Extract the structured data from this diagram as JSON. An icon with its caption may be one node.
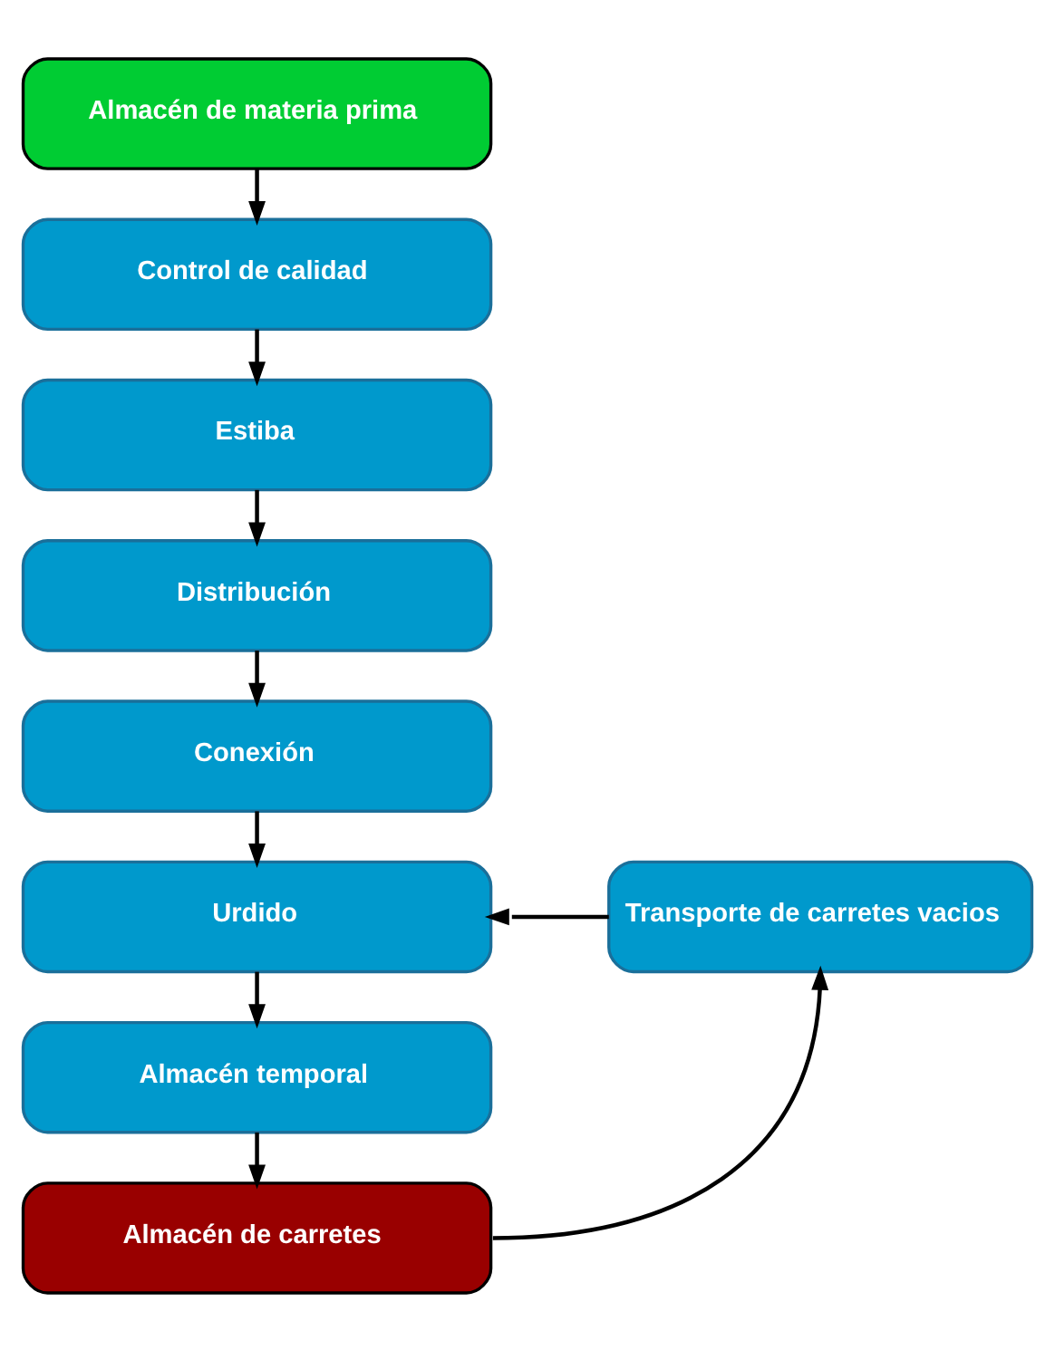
{
  "diagram": {
    "nodes": [
      {
        "text": [
          "Almacén de materia prima"
        ]
      },
      {
        "text": [
          "Control de calidad"
        ]
      },
      {
        "text": [
          "Estiba"
        ]
      },
      {
        "text": [
          "Distribución"
        ]
      },
      {
        "text": [
          "Conexión"
        ]
      },
      {
        "text": [
          "Urdido"
        ]
      },
      {
        "text": [
          "Almacén temporal"
        ]
      },
      {
        "text": [
          "Almacén de carretes"
        ]
      },
      {
        "text": [
          "Transporte de carretes vacios"
        ]
      }
    ],
    "edges": [
      {
        "from": 0,
        "to": 1,
        "arrow": "to"
      },
      {
        "from": 1,
        "to": 2,
        "arrow": "to"
      },
      {
        "from": 2,
        "to": 3,
        "arrow": "to"
      },
      {
        "from": 3,
        "to": 4,
        "arrow": "to"
      },
      {
        "from": 4,
        "to": 5,
        "arrow": "to"
      },
      {
        "from": 5,
        "to": 6,
        "arrow": "to"
      },
      {
        "from": 6,
        "to": 7,
        "arrow": "to"
      },
      {
        "from": 7,
        "to": 8,
        "arrow": "to"
      },
      {
        "from": 8,
        "to": 5,
        "arrow": "to"
      }
    ]
  }
}
